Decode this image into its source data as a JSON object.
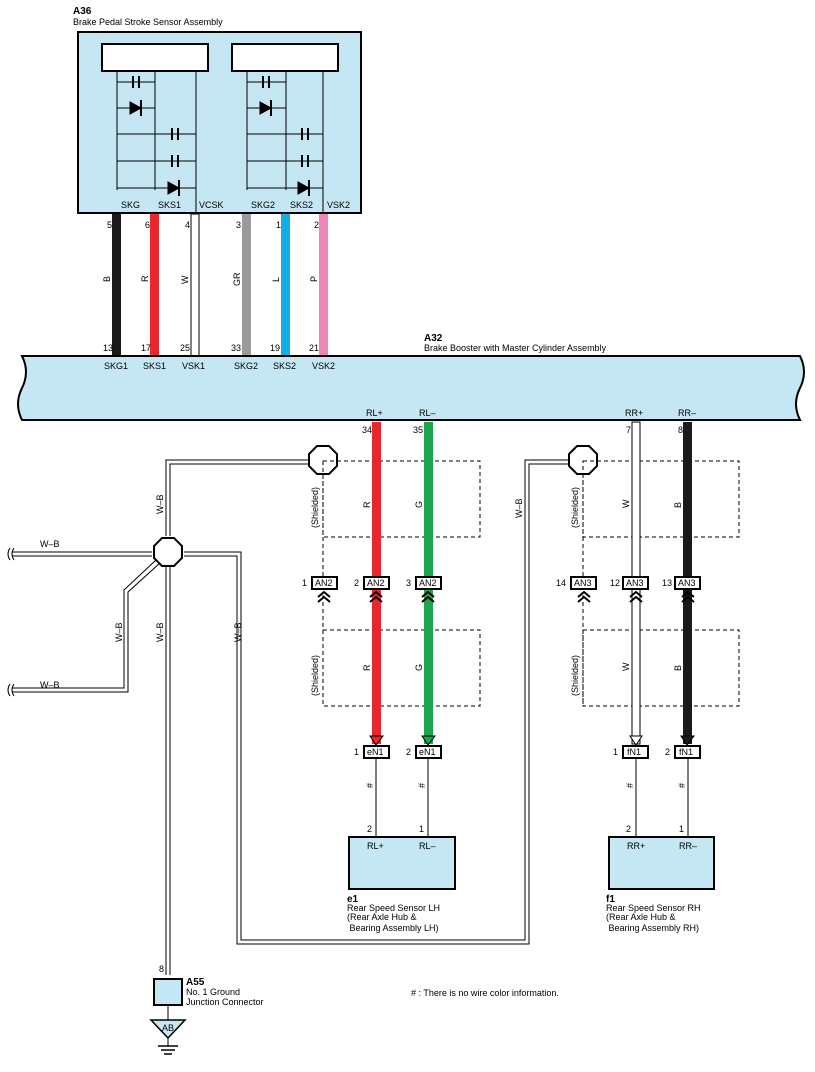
{
  "components": {
    "a36": {
      "code": "A36",
      "name": "Brake Pedal Stroke Sensor Assembly",
      "pins": [
        "SKG",
        "SKS1",
        "VCSK",
        "SKG2",
        "SKS2",
        "VSK2"
      ],
      "pin_numbers": [
        "5",
        "6",
        "4",
        "3",
        "1",
        "2"
      ]
    },
    "a32": {
      "code": "A32",
      "name": "Brake Booster with Master Cylinder Assembly",
      "top_pins": [
        "SKG1",
        "SKS1",
        "VSK1",
        "SKG2",
        "SKS2",
        "VSK2"
      ],
      "top_pin_numbers": [
        "13",
        "17",
        "25",
        "33",
        "19",
        "21"
      ],
      "bottom_pins": [
        "RL+",
        "RL–",
        "RR+",
        "RR–"
      ],
      "bottom_pin_numbers": [
        "34",
        "35",
        "7",
        "8"
      ]
    },
    "e1": {
      "code": "e1",
      "name_lines": [
        "Rear Speed Sensor LH",
        "(Rear Axle Hub &",
        " Bearing Assembly LH)"
      ],
      "pins": [
        "RL+",
        "RL–"
      ],
      "pin_numbers": [
        "2",
        "1"
      ]
    },
    "f1": {
      "code": "f1",
      "name_lines": [
        "Rear Speed Sensor RH",
        "(Rear Axle Hub &",
        " Bearing Assembly RH)"
      ],
      "pins": [
        "RR+",
        "RR–"
      ],
      "pin_numbers": [
        "2",
        "1"
      ]
    },
    "a55": {
      "code": "A55",
      "name_lines": [
        "No. 1 Ground",
        "Junction Connector"
      ],
      "pin_number": "8"
    },
    "ground": {
      "label": "AB"
    }
  },
  "wires": {
    "top_colors": [
      "B",
      "R",
      "W",
      "GR",
      "L",
      "P"
    ],
    "top_hex": [
      "#1a1a1a",
      "#e8262b",
      "#ffffff",
      "#9b9b9b",
      "#11aee8",
      "#ef86b5"
    ],
    "lh_colors": [
      "R",
      "G"
    ],
    "rh_colors": [
      "W",
      "B"
    ],
    "ground_color": "W–B",
    "unknown_color": "#",
    "shielded": "(Shielded)"
  },
  "connectors": {
    "an2": {
      "label": "AN2",
      "pins": [
        "1",
        "2",
        "3"
      ]
    },
    "an3": {
      "label": "AN3",
      "pins": [
        "14",
        "12",
        "13"
      ]
    },
    "en1": {
      "label": "eN1",
      "pins": [
        "1",
        "2"
      ]
    },
    "fn1": {
      "label": "fN1",
      "pins": [
        "1",
        "2"
      ]
    }
  },
  "colors": {
    "body_fill": "#c5e6f3",
    "red": "#e8262b",
    "green": "#1ca54c",
    "black": "#1a1a1a"
  },
  "note": "# : There is no wire color information."
}
